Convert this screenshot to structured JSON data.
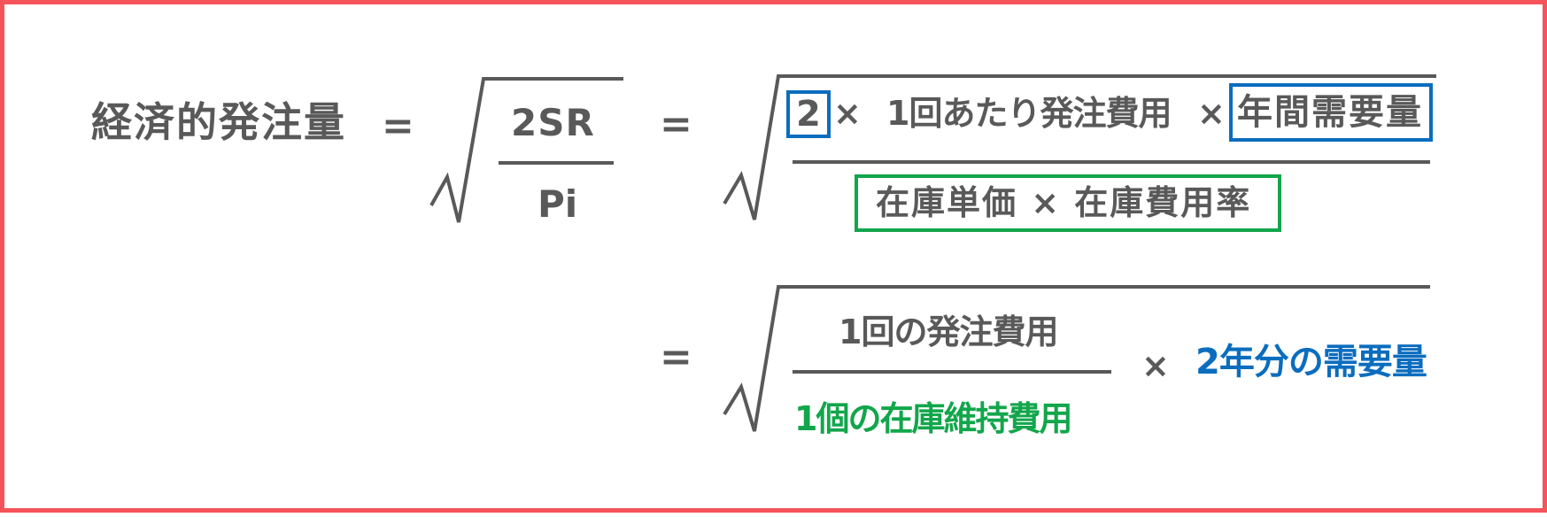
{
  "colors": {
    "frame": "#F4545A",
    "text": "#595959",
    "blue": "#0B6DBE",
    "green": "#12A64B",
    "background": "#FFFFFF"
  },
  "formula": {
    "lhs": "経済的発注量",
    "equals": "=",
    "step1": {
      "numerator": "2SR",
      "denominator": "Pi"
    },
    "step2": {
      "numerator": {
        "factor_two": "2",
        "times1": "×",
        "order_cost": "1回あたり発注費用",
        "times2": "×",
        "annual_demand": "年間需要量"
      },
      "denominator": {
        "text": "在庫単価 × 在庫費用率"
      }
    },
    "step3": {
      "numerator": "1回の発注費用",
      "denominator": "1個の在庫維持費用",
      "times": "×",
      "demand": "2年分の需要量"
    }
  }
}
